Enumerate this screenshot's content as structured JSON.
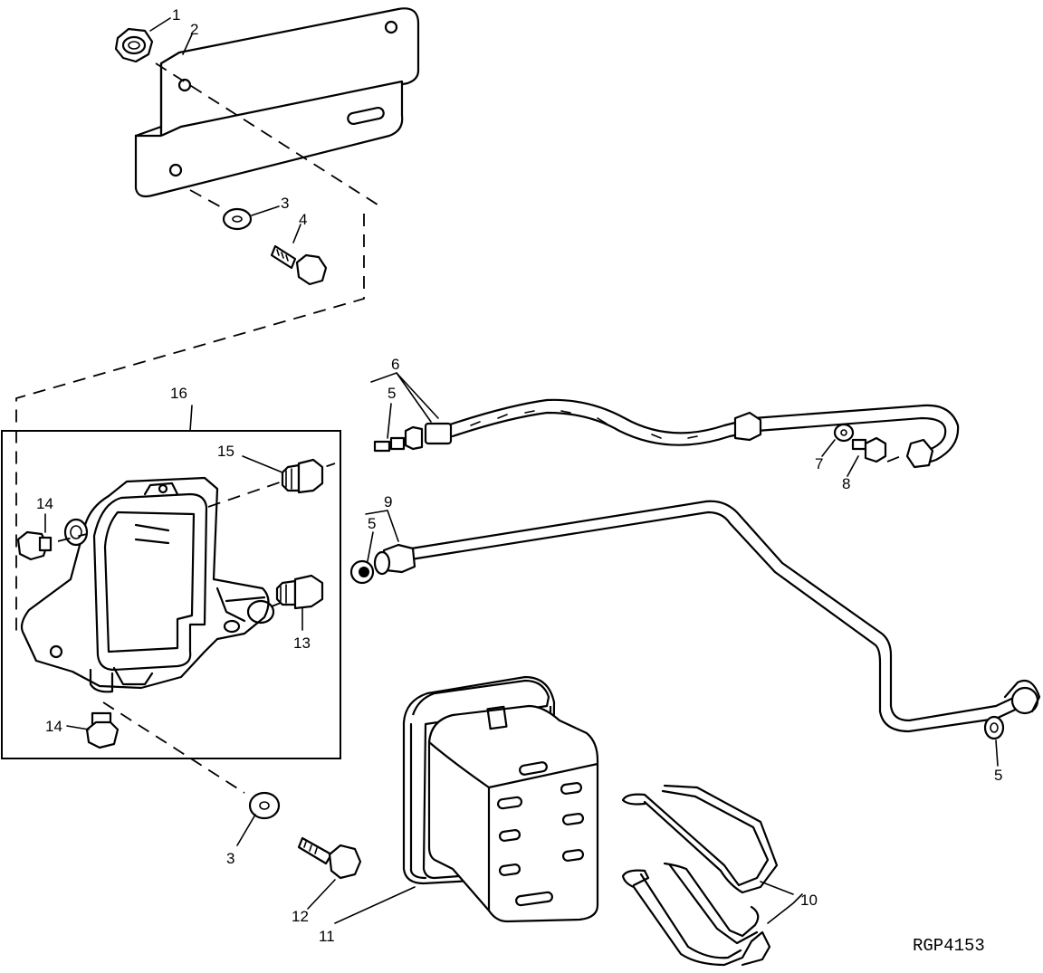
{
  "figure_code": "RGP4153",
  "callouts": {
    "c1": "1",
    "c2": "2",
    "c3a": "3",
    "c3b": "3",
    "c4": "4",
    "c5a": "5",
    "c5b": "5",
    "c5c": "5",
    "c6": "6",
    "c7": "7",
    "c8": "8",
    "c9": "9",
    "c10": "10",
    "c11": "11",
    "c12": "12",
    "c13": "13",
    "c14a": "14",
    "c14b": "14",
    "c15": "15",
    "c16": "16"
  },
  "icons": [
    "hex-nut",
    "mounting-bracket",
    "washer",
    "cap-screw",
    "fuel-line",
    "filter-base",
    "fuel-filter",
    "retaining-clip",
    "fitting",
    "plug"
  ]
}
